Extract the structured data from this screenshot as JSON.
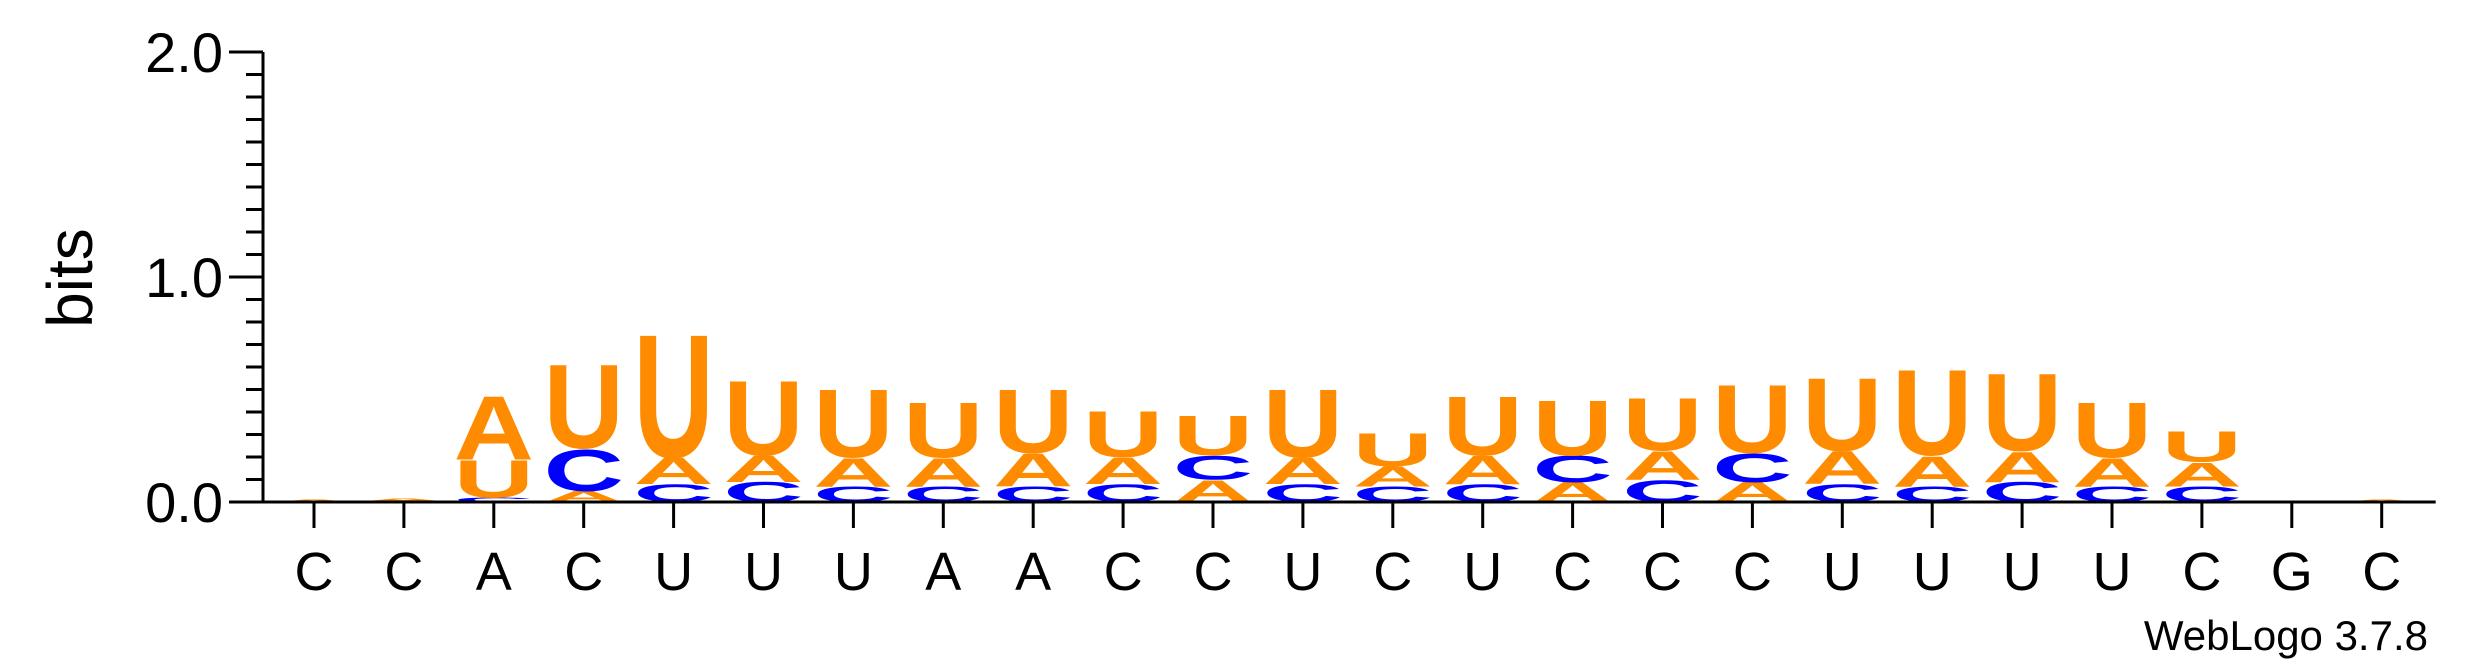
{
  "chart_data": {
    "type": "sequence-logo",
    "ylabel": "bits",
    "ylim": [
      0,
      2.0
    ],
    "yticks": [
      "0.0",
      "1.0",
      "2.0"
    ],
    "colors": {
      "A": "#ff8c00",
      "U": "#ff8c00",
      "C": "#0000ff",
      "G": "#ffa500"
    },
    "positions": [
      {
        "label": "C",
        "stack": [
          {
            "letter": "A",
            "bits": 0.01
          }
        ]
      },
      {
        "label": "C",
        "stack": [
          {
            "letter": "C",
            "bits": 0.005
          },
          {
            "letter": "A",
            "bits": 0.01
          }
        ]
      },
      {
        "label": "A",
        "stack": [
          {
            "letter": "C",
            "bits": 0.02
          },
          {
            "letter": "U",
            "bits": 0.17
          },
          {
            "letter": "A",
            "bits": 0.29
          }
        ]
      },
      {
        "label": "C",
        "stack": [
          {
            "letter": "A",
            "bits": 0.05
          },
          {
            "letter": "C",
            "bits": 0.19
          },
          {
            "letter": "U",
            "bits": 0.38
          }
        ]
      },
      {
        "label": "U",
        "stack": [
          {
            "letter": "C",
            "bits": 0.08
          },
          {
            "letter": "A",
            "bits": 0.12
          },
          {
            "letter": "U",
            "bits": 0.56
          }
        ]
      },
      {
        "label": "U",
        "stack": [
          {
            "letter": "C",
            "bits": 0.09
          },
          {
            "letter": "A",
            "bits": 0.12
          },
          {
            "letter": "U",
            "bits": 0.34
          }
        ]
      },
      {
        "label": "U",
        "stack": [
          {
            "letter": "C",
            "bits": 0.07
          },
          {
            "letter": "A",
            "bits": 0.13
          },
          {
            "letter": "U",
            "bits": 0.31
          }
        ]
      },
      {
        "label": "A",
        "stack": [
          {
            "letter": "C",
            "bits": 0.07
          },
          {
            "letter": "A",
            "bits": 0.13
          },
          {
            "letter": "U",
            "bits": 0.25
          }
        ]
      },
      {
        "label": "A",
        "stack": [
          {
            "letter": "C",
            "bits": 0.07
          },
          {
            "letter": "A",
            "bits": 0.15
          },
          {
            "letter": "U",
            "bits": 0.29
          }
        ]
      },
      {
        "label": "C",
        "stack": [
          {
            "letter": "C",
            "bits": 0.08
          },
          {
            "letter": "A",
            "bits": 0.12
          },
          {
            "letter": "U",
            "bits": 0.21
          }
        ]
      },
      {
        "label": "C",
        "stack": [
          {
            "letter": "A",
            "bits": 0.1
          },
          {
            "letter": "C",
            "bits": 0.11
          },
          {
            "letter": "U",
            "bits": 0.18
          }
        ]
      },
      {
        "label": "U",
        "stack": [
          {
            "letter": "C",
            "bits": 0.08
          },
          {
            "letter": "A",
            "bits": 0.12
          },
          {
            "letter": "U",
            "bits": 0.31
          }
        ]
      },
      {
        "label": "C",
        "stack": [
          {
            "letter": "C",
            "bits": 0.07
          },
          {
            "letter": "A",
            "bits": 0.09
          },
          {
            "letter": "U",
            "bits": 0.15
          }
        ]
      },
      {
        "label": "U",
        "stack": [
          {
            "letter": "C",
            "bits": 0.08
          },
          {
            "letter": "A",
            "bits": 0.13
          },
          {
            "letter": "U",
            "bits": 0.27
          }
        ]
      },
      {
        "label": "C",
        "stack": [
          {
            "letter": "A",
            "bits": 0.09
          },
          {
            "letter": "C",
            "bits": 0.12
          },
          {
            "letter": "U",
            "bits": 0.25
          }
        ]
      },
      {
        "label": "C",
        "stack": [
          {
            "letter": "C",
            "bits": 0.1
          },
          {
            "letter": "A",
            "bits": 0.13
          },
          {
            "letter": "U",
            "bits": 0.24
          }
        ]
      },
      {
        "label": "C",
        "stack": [
          {
            "letter": "A",
            "bits": 0.09
          },
          {
            "letter": "C",
            "bits": 0.13
          },
          {
            "letter": "U",
            "bits": 0.31
          }
        ]
      },
      {
        "label": "U",
        "stack": [
          {
            "letter": "C",
            "bits": 0.08
          },
          {
            "letter": "A",
            "bits": 0.15
          },
          {
            "letter": "U",
            "bits": 0.33
          }
        ]
      },
      {
        "label": "U",
        "stack": [
          {
            "letter": "C",
            "bits": 0.07
          },
          {
            "letter": "A",
            "bits": 0.14
          },
          {
            "letter": "U",
            "bits": 0.39
          }
        ]
      },
      {
        "label": "U",
        "stack": [
          {
            "letter": "C",
            "bits": 0.09
          },
          {
            "letter": "A",
            "bits": 0.14
          },
          {
            "letter": "U",
            "bits": 0.35
          }
        ]
      },
      {
        "label": "U",
        "stack": [
          {
            "letter": "C",
            "bits": 0.07
          },
          {
            "letter": "A",
            "bits": 0.13
          },
          {
            "letter": "U",
            "bits": 0.25
          }
        ]
      },
      {
        "label": "C",
        "stack": [
          {
            "letter": "C",
            "bits": 0.07
          },
          {
            "letter": "A",
            "bits": 0.11
          },
          {
            "letter": "U",
            "bits": 0.14
          }
        ]
      },
      {
        "label": "G",
        "stack": []
      },
      {
        "label": "C",
        "stack": [
          {
            "letter": "A",
            "bits": 0.01
          }
        ]
      }
    ],
    "credit": "WebLogo 3.7.8"
  }
}
